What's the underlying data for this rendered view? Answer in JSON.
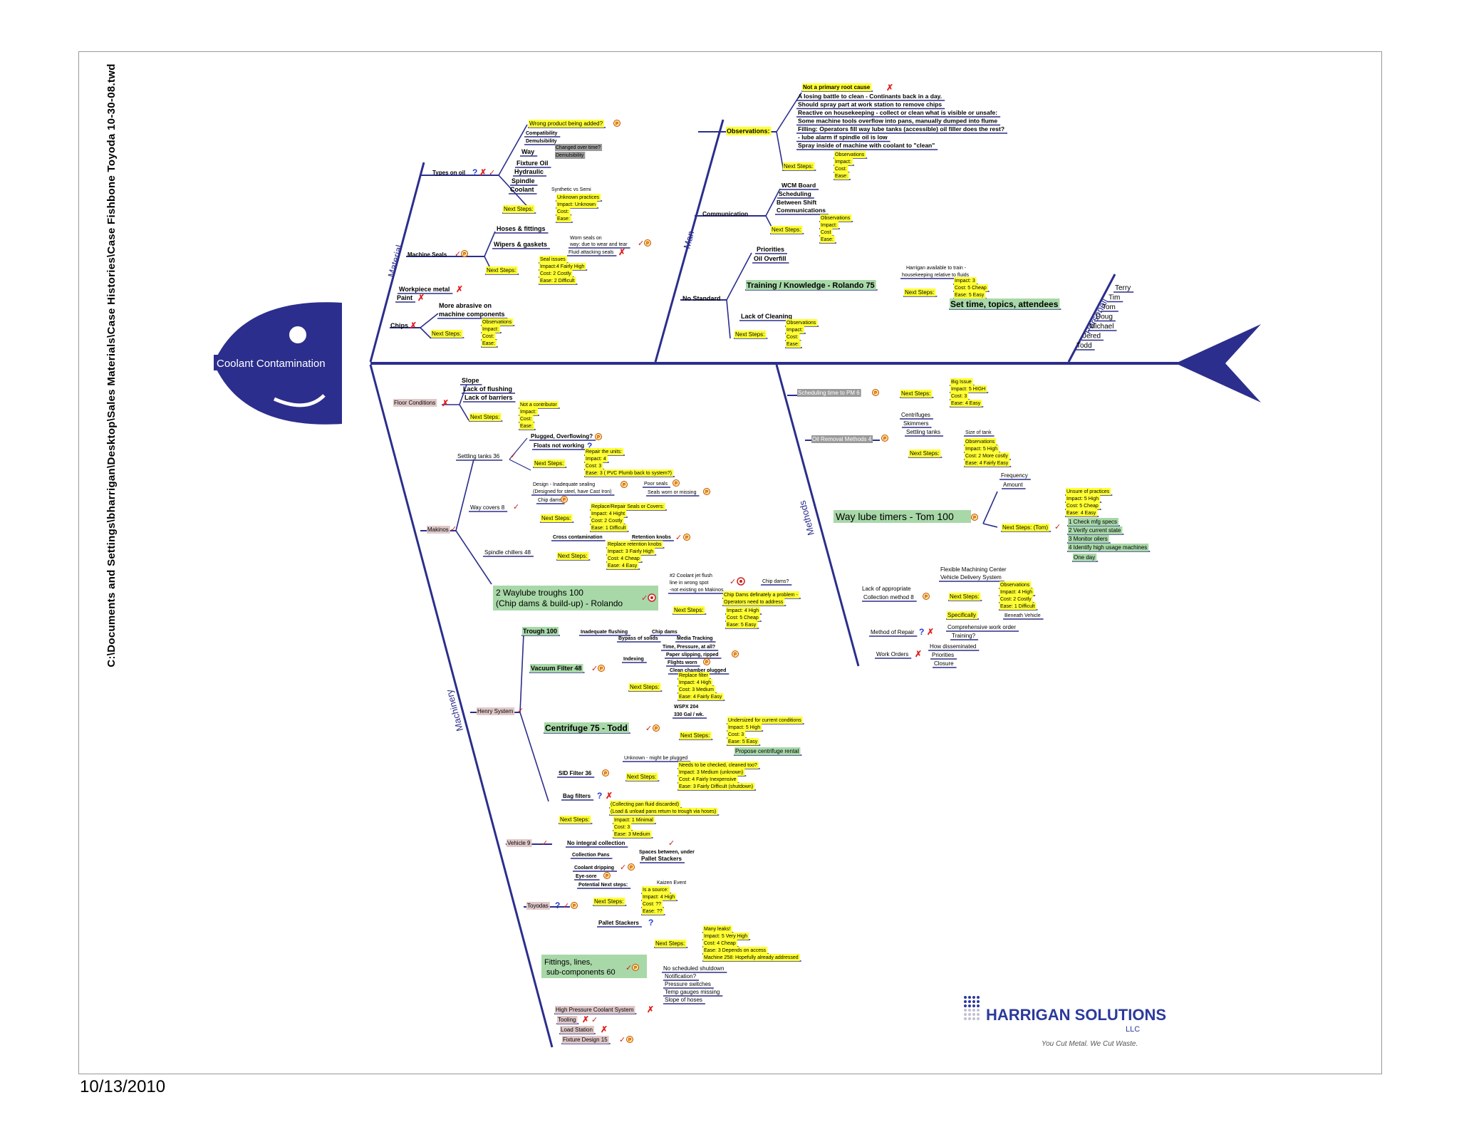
{
  "page": {
    "file_path": "C:\\Documents and Settings\\bharrigan\\Desktop\\Sales Materials\\Case Histories\\Case Fishbone Toyoda 10-30-08.twd",
    "date": "10/13/2010"
  },
  "colors": {
    "bone": "#2b2e8c",
    "highlight_yellow": "#ffff33",
    "highlight_green": "#a8d8a8",
    "highlight_gray": "#9a9a9a",
    "highlight_pink": "#e0c8c8",
    "red_x": "#e0201c",
    "blue_q": "#2040d0",
    "brand_blue": "#2b3a9c"
  },
  "head": {
    "label": "Coolant Contamination"
  },
  "categories": {
    "material": "Material",
    "man": "Man",
    "machinery": "Machinery",
    "methods": "Methods",
    "personnel": "Personell"
  },
  "material": {
    "types_of_oil": "Types on oil",
    "types_items": [
      "Wrong product being added?",
      "Compatibility",
      "Demulsibility",
      "Way",
      "Changed over time?",
      "Demulsibility",
      "Fixture Oil",
      "Hydraulic",
      "Spindle",
      "Coolant",
      "Synthetic vs Semi"
    ],
    "types_next": [
      "Next Steps:",
      "Unknown practices",
      "Impact:  Unknown",
      "Cost:",
      "Ease:"
    ],
    "machine_seals": "Machine Seals",
    "seals_items": [
      "Hoses & fittings",
      "Wipers & gaskets",
      "Worn seals on",
      "way: due to wear and tear",
      "Fluid attacking seals"
    ],
    "seals_next": [
      "Next Steps:",
      "Seal issues",
      "Impact:4 Fairly High",
      "Cost: 2 Costly",
      "Ease:  2 Difficult"
    ],
    "workpiece_metal": "Workpiece metal",
    "paint": "Paint",
    "chips": "Chips",
    "chips_items": [
      "More abrasive on",
      "machine components"
    ],
    "chips_next": [
      "Next Steps:",
      "Observations",
      "Impact:",
      "Cost:",
      "Ease:"
    ]
  },
  "man": {
    "observations": "Observations:",
    "obs_items": [
      "Not a primary root cause",
      "A losing battle to clean - Continants back in a day.",
      "Should spray part at work station to remove chips",
      "Reactive on housekeeping - collect or clean what is visible or unsafe:",
      "Some machine tools overflow into pans, manually dumped into flume",
      "Filling:  Operators fill way lube tanks (accessible) oil filler does the rest?",
      "- lube alarm if spindle oil is low",
      "Spray inside of machine with coolant to \"clean\""
    ],
    "obs_next": [
      "Next Steps:",
      "Observations",
      "Impact:",
      "Cost:",
      "Ease:"
    ],
    "communication": "Communication",
    "comm_items": [
      "WCM Board",
      "Scheduling",
      "Between Shift",
      "Communications"
    ],
    "comm_next": [
      "Next Steps:",
      "Observations",
      "Impact:",
      "Cost",
      "Ease:"
    ],
    "no_standard": "No Standard",
    "ns_items": [
      "Priorities",
      "Oil Overfill",
      "Training / Knowledge  - Rolando  75",
      "Lack of Cleaning"
    ],
    "training_note": [
      "Harrigan available to train -",
      "housekeeping relative to fluids"
    ],
    "training_next": [
      "Next Steps:",
      "Impact:  3",
      "Cost:  5  Cheap",
      "Ease:  5  Easy",
      "Set time, topics, attendees"
    ],
    "cleaning_next": [
      "Next Steps:",
      "Observations",
      "Impact:",
      "Cost:",
      "Ease:"
    ]
  },
  "personnel": {
    "names": [
      "Terry",
      "Tim",
      "Tom",
      "Doug",
      "Michael",
      "Jered",
      "Todd"
    ]
  },
  "machinery": {
    "floor_conditions": "Floor Conditions",
    "floor_items": [
      "Slope",
      "Lack of flushing",
      "Lack of barriers"
    ],
    "floor_next": [
      "Next Steps:",
      "Not a contributor",
      "Impact:",
      "Cost:",
      "Ease:"
    ],
    "makinos": "Makinos",
    "settling": "Settling tanks  36",
    "settling_items": [
      "Plugged, Overflowing?",
      "Floats not working"
    ],
    "settling_next": [
      "Next Steps:",
      "Repair the units:",
      "Impact:  4",
      "Cost:  3",
      "Ease:  3  ( PVC Plumb back to system?)"
    ],
    "way_covers": "Way covers  8",
    "way_items": [
      "Design - Inadequate sealing",
      "(Designed for steel, have Cast Iron)",
      "Poor seals",
      "Seals worn or missing",
      "Chip dams"
    ],
    "way_next": [
      "Next Steps:",
      "Replace/Repair Seals or Covers:",
      "Impact:  4  Hight",
      "Cost:  2  Costly",
      "Ease:  1  Difficult"
    ],
    "spindle_chillers": "Spindle chillers  48",
    "spindle_items": [
      "Cross contamination",
      "Retention knobs"
    ],
    "spindle_next": [
      "Next Steps:",
      "Replace retention knobs",
      "Impact:  3 Fairly High",
      "Cost:  4  Cheap",
      "Ease:  4  Easy"
    ],
    "waylube": [
      "2 Waylube troughs 100",
      "(Chip dams & build-up)   -  Rolando"
    ],
    "waylube_items": [
      "#2 Coolant jet flush",
      "line in wrong spot",
      "-not existing on Makinos",
      "Chip dams?"
    ],
    "waylube_next": [
      "Next Steps:",
      "Chip Dams definately a problem -",
      "Operators need to address",
      "Impact:  4 High",
      "Cost:  5  Cheap",
      "Ease:  5 Easy"
    ],
    "henry": "Henry System",
    "trough": "Trough  100",
    "trough_items": [
      "Inadequate flushing",
      "Chip dams"
    ],
    "vacuum": "Vacuum Filter  48",
    "vacuum_items": [
      "Bypass of solids",
      "Media Tracking",
      "Indexing",
      "Time, Pressure, at all?",
      "Paper slipping, ripped",
      "Flights worn",
      "Clean chamber plugged"
    ],
    "vacuum_next": [
      "Next Steps:",
      "Replace filter",
      "Impact:  4 High",
      "Cost:  3 Medium",
      "Ease:  4  Fairly Easy"
    ],
    "centrifuge": "Centrifuge  75  - Todd",
    "centrifuge_items": [
      "WSPX 204",
      "330 Gal / wk."
    ],
    "centrifuge_next": [
      "Next Steps:",
      "Undersized for current conditions",
      "Impact:  5 High",
      "Cost:  3",
      "Ease:  5 Easy",
      "Propose centrifuge rental"
    ],
    "sid": "SID Filter  36",
    "sid_items": [
      "Unknown - might be plugged"
    ],
    "sid_next": [
      "Next Steps:",
      "Needs to be checked, cleaned too?",
      "Impact:  3 Medium (unknown)",
      "Cost:  4  Fairly Inexpensive",
      "Ease:  3 Fairly Difficult  (shutdown)"
    ],
    "bag": "Bag filters",
    "vehicle": "Vehicle   9",
    "vehicle_next": [
      "Next Steps:",
      "(Collecting pan fluid discarded)",
      "(Load & unload pans return to trough via hoses)",
      "Impact:  1  Minimal",
      "Cost:  3",
      "Ease:  3 Medium"
    ],
    "vehicle_items": [
      "No integral collection",
      "Collection Pans",
      "Spaces between, under",
      "Pallet Stackers",
      "Coolant dripping",
      "Eye-sore",
      "Potential Next steps:",
      "Kaizen Event"
    ],
    "toyodas": "Toyodas",
    "toyodas_next": [
      "Next Steps:",
      "Is a source:",
      "Impact:  4 High",
      "Cost:  ??",
      "Ease:  ??"
    ],
    "toyodas_items": [
      "Pallet Stackers"
    ],
    "fittings": [
      "Fittings, lines,",
      "sub-components  60"
    ],
    "fittings_next": [
      "Next Steps:",
      "Many leaks!",
      "Impact:  5 Very High",
      "Cost:  4  Cheap",
      "Ease:  3  Depends on access",
      "Machine 258:  Hopefully already addressed"
    ],
    "fittings_items": [
      "No scheduled shutdown",
      "Notification?",
      "Pressure switches",
      "Temp gauges missing",
      "Slope of hoses"
    ],
    "bottom": [
      "High Pressure Coolant System",
      "Tooling",
      "Load Station",
      "Fixture Design  15"
    ]
  },
  "methods": {
    "scheduling": "Scheduling time to PM   6",
    "sched_next": [
      "Next Steps:",
      "Big Issue",
      "Impact:  5 HIGH",
      "Cost:  3",
      "Ease:  4 Easy"
    ],
    "oil_removal": "Oil Removal Methods  4",
    "oil_items": [
      "Centrifuges",
      "Skimmers",
      "Settling tanks",
      "Size of tank"
    ],
    "oil_next": [
      "Next Steps:",
      "Observations",
      "Impact: 5 High",
      "Cost:  2 More costly",
      "Ease: 4 Fairly Easy"
    ],
    "waylube": "Way lube timers - Tom  100",
    "waylube_items": [
      "Frequency",
      "Amount"
    ],
    "waylube_next": [
      "Next Steps: (Tom)",
      "Unsure of practices",
      "Impact:  5 High",
      "Cost:  5 Cheap",
      "Ease:  4 Easy",
      "1  Check mfg specs",
      "2   Verify current state",
      "3  Monitor oilers",
      "4  Identify high usage machines",
      "One day"
    ],
    "collection": [
      "Lack of appropriate",
      "Collection method  8"
    ],
    "collection_items": [
      "Flexible Machining Center",
      "Vehicle Delivery System",
      "Specifically",
      "Beneath Vehicle"
    ],
    "collection_next": [
      "Next Steps:",
      "Observations",
      "Impact:  4 High",
      "Cost:  2 Costly",
      "Ease:  1  Difficult"
    ],
    "repair": "Method of Repair",
    "repair_items": [
      "Comprehensive work order",
      "Training?"
    ],
    "work_orders": "Work Orders",
    "wo_items": [
      "How disseminated",
      "Priorities",
      "Closure"
    ]
  },
  "logo": {
    "name": "HARRIGAN SOLUTIONS",
    "llc": "LLC",
    "tagline": "You Cut Metal. We Cut Waste."
  }
}
